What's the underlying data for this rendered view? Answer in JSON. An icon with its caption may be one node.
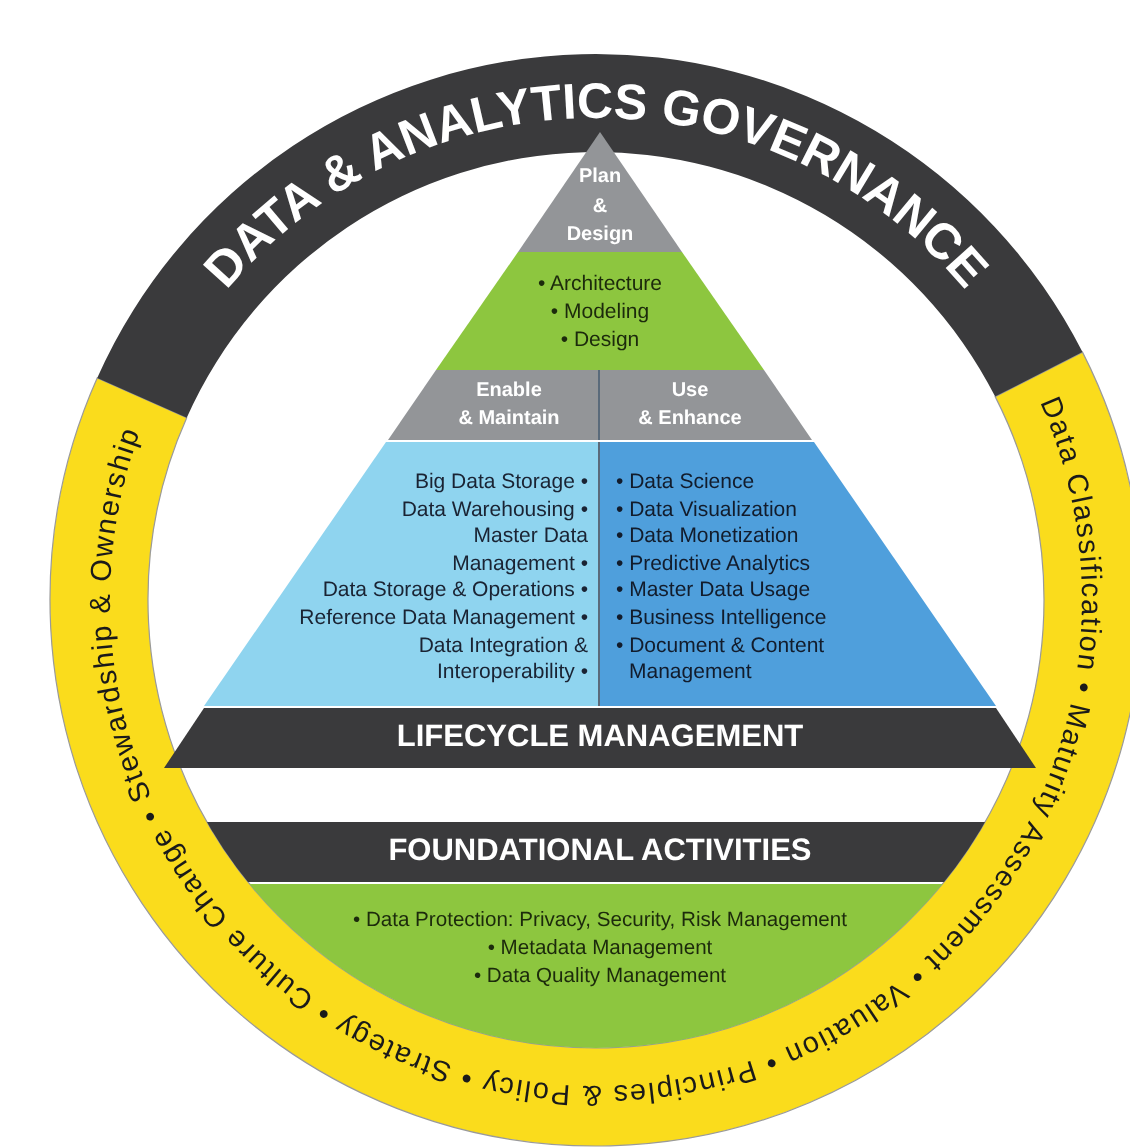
{
  "diagram": {
    "title": "DATA & ANALYTICS GOVERNANCE",
    "nodes": [
      {
        "text": [
          "Plan & Design"
        ]
      },
      {
        "text": [
          "• Architecture",
          "• Modeling",
          "• Design"
        ]
      },
      {
        "text": [
          "Enable & Maintain"
        ]
      },
      {
        "text": [
          "Use & Enhance"
        ]
      },
      {
        "text": [
          "Big Data Storage •",
          "Data Warehousing •",
          "Master Data Management •",
          "Data Storage & Operations •",
          "Reference Data Management •",
          "Data Integration & Interoperability •"
        ]
      },
      {
        "text": [
          "• Data Science",
          "• Data Visualization",
          "• Data Monetization",
          "• Predictive Analytics",
          "• Master Data Usage",
          "• Business Intelligence",
          "• Document & Content Management"
        ]
      },
      {
        "text": [
          "LIFECYCLE MANAGEMENT"
        ]
      },
      {
        "text": [
          "FOUNDATIONAL ACTIVITIES"
        ]
      },
      {
        "text": [
          "• Data Protection: Privacy, Security, Risk Management",
          "• Metadata Management",
          "• Data Quality Management"
        ]
      }
    ],
    "labels": [
      "Data Classification • Maturity Assessment • Valuation • Principles & Policy • Strategy • Culture Change • Stewardship & Ownership"
    ]
  }
}
